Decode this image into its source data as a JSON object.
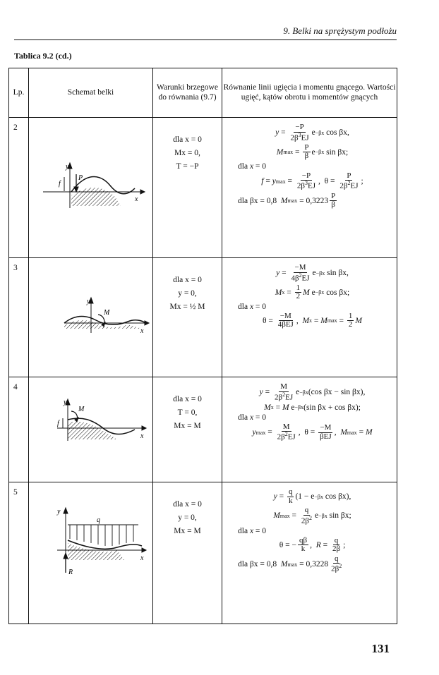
{
  "header": {
    "running_title": "9. Belki na sprężystym podłożu"
  },
  "table": {
    "title": "Tablica 9.2 (cd.)",
    "headers": {
      "lp": "Lp.",
      "schema": "Schemat belki",
      "conditions": "Warunki brzegowe do równania (9.7)",
      "equations": "Równanie linii ugięcia i momentu gnącego. Wartości ugięć, kątów obrotu i momentów gnących"
    },
    "rows": [
      {
        "lp": "2",
        "cond": [
          "dla x = 0",
          "Mx = 0,",
          "T = −P"
        ],
        "labels": [
          "y",
          "P",
          "f",
          "x"
        ]
      },
      {
        "lp": "3",
        "cond": [
          "dla x = 0",
          "y = 0,",
          "Mx = ½ M"
        ],
        "labels": [
          "y",
          "M",
          "x"
        ]
      },
      {
        "lp": "4",
        "cond": [
          "dla x = 0",
          "T = 0,",
          "Mx = M"
        ],
        "labels": [
          "y",
          "M",
          "f",
          "x"
        ]
      },
      {
        "lp": "5",
        "cond": [
          "dla x = 0",
          "y = 0,",
          "Mx = M"
        ],
        "labels": [
          "y",
          "q",
          "R",
          "x"
        ]
      }
    ]
  },
  "page_number": "131"
}
